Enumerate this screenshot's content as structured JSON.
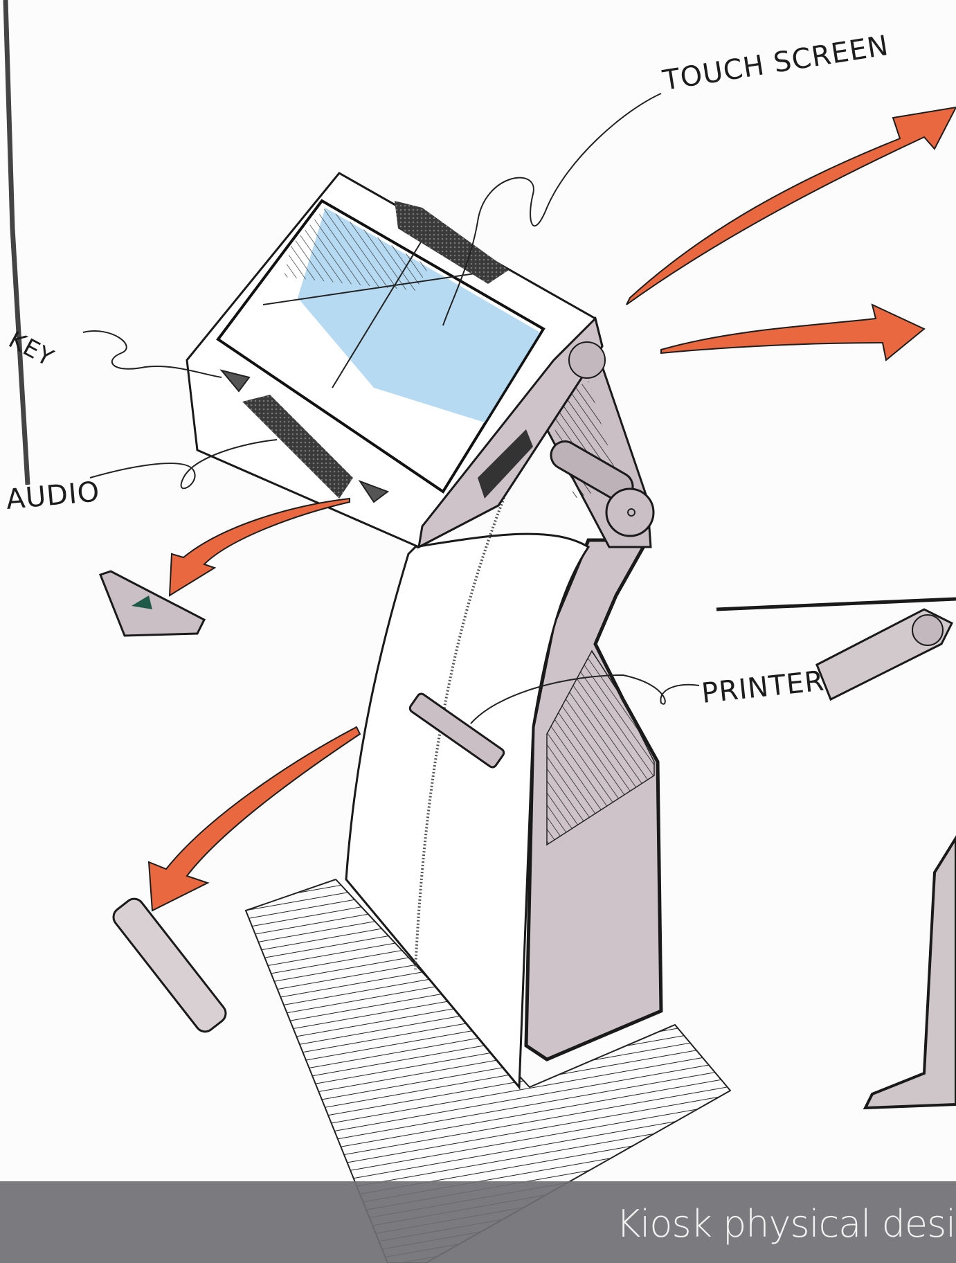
{
  "labels": {
    "touch_screen": "TOUCH SCREEN",
    "key": "KEY",
    "audio": "AUDIO",
    "printer": "PRINTER"
  },
  "caption": "Kiosk physical desig",
  "colors": {
    "background": "#fdfcfd",
    "arrow": "#e9683f",
    "screen_glass": "#a9d3ee",
    "body_shade": "#c9bfc4",
    "ink": "#1d1d1d",
    "caption_bar": "#707074"
  }
}
